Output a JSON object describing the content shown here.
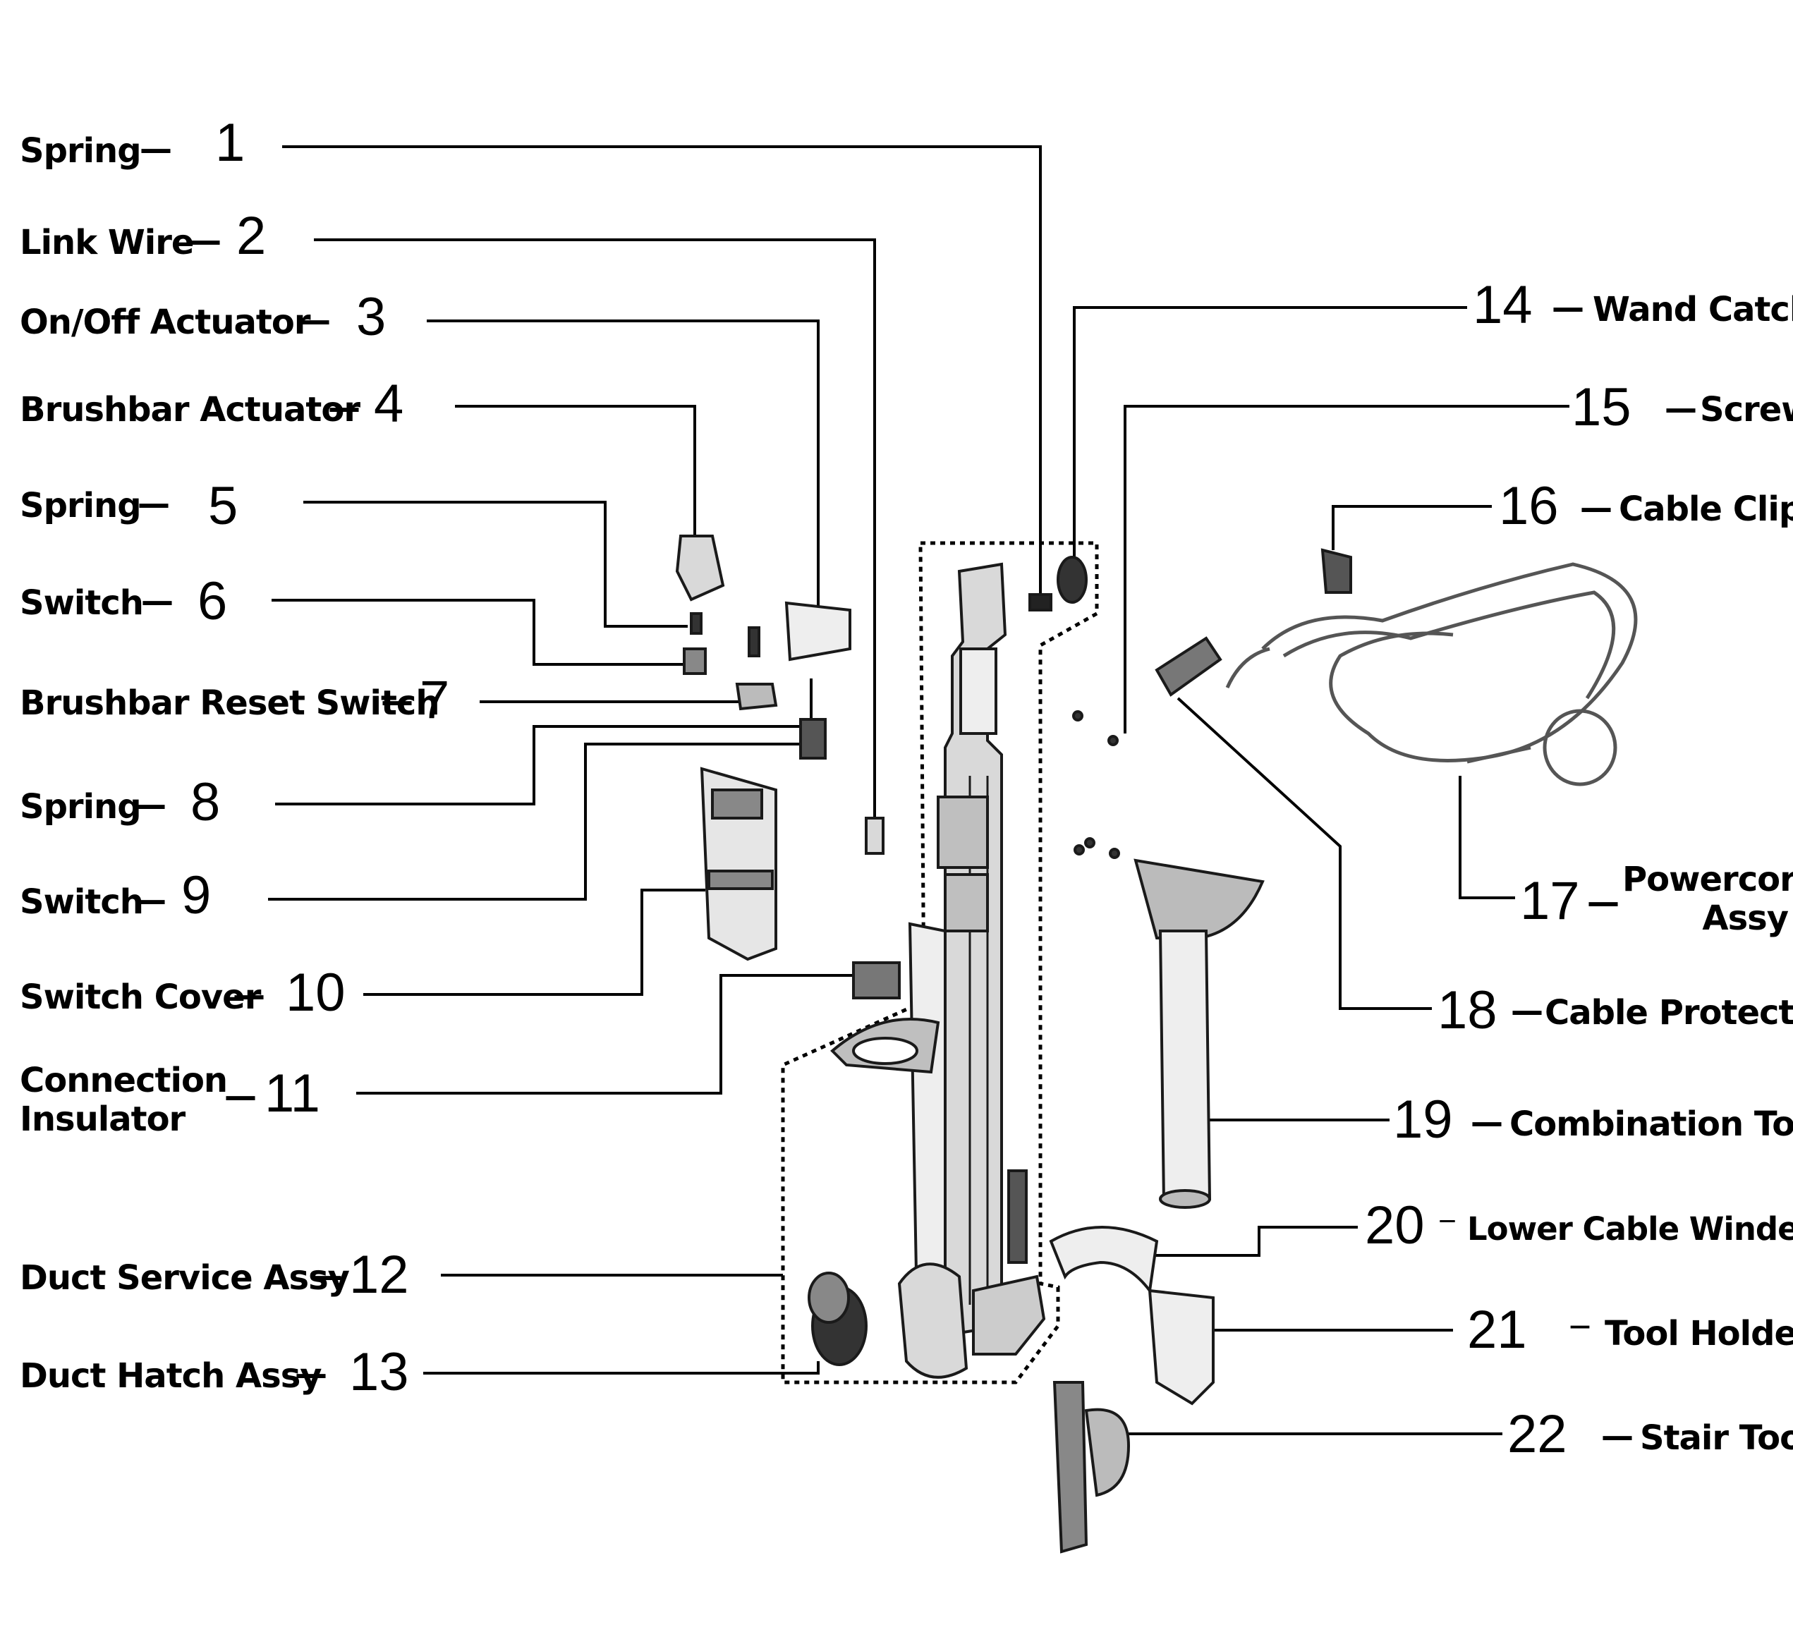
{
  "left_callouts": [
    {
      "number": "1",
      "label": "Spring"
    },
    {
      "number": "2",
      "label": "Link Wire"
    },
    {
      "number": "3",
      "label": "On/Off Actuator"
    },
    {
      "number": "4",
      "label": "Brushbar Actuator"
    },
    {
      "number": "5",
      "label": "Spring"
    },
    {
      "number": "6",
      "label": "Switch"
    },
    {
      "number": "7",
      "label": "Brushbar Reset Switch"
    },
    {
      "number": "8",
      "label": "Spring"
    },
    {
      "number": "9",
      "label": "Switch"
    },
    {
      "number": "10",
      "label": "Switch Cover"
    },
    {
      "number": "11",
      "label_line1": "Connection",
      "label_line2": "Insulator"
    },
    {
      "number": "12",
      "label": "Duct Service Assy"
    },
    {
      "number": "13",
      "label": "Duct Hatch Assy"
    }
  ],
  "right_callouts": [
    {
      "number": "14",
      "label": "Wand Catch"
    },
    {
      "number": "15",
      "label": "Screw"
    },
    {
      "number": "16",
      "label": "Cable Clip"
    },
    {
      "number": "17",
      "label_line1": "Powercord",
      "label_line2": "Assy"
    },
    {
      "number": "18",
      "label": "Cable Protector"
    },
    {
      "number": "19",
      "label": "Combination Tool"
    },
    {
      "number": "20",
      "label": "Lower Cable Winder"
    },
    {
      "number": "21",
      "label": "Tool Holder"
    },
    {
      "number": "22",
      "label": "Stair Tool"
    }
  ],
  "colors": {
    "line": "#000000",
    "part_fill": "#d9d9d9",
    "part_stroke": "#1a1a1a"
  }
}
